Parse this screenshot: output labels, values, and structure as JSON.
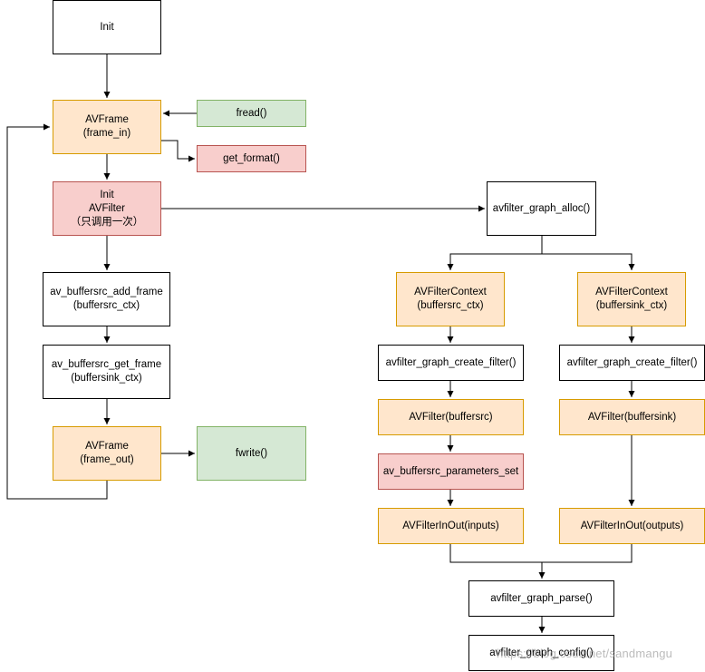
{
  "nodes": {
    "init": "Init",
    "avframe_in": "AVFrame\n(frame_in)",
    "fread": "fread()",
    "get_format": "get_format()",
    "init_avfilter": "Init\nAVFilter\n（只调用一次）",
    "graph_alloc": "avfilter_graph_alloc()",
    "add_frame": "av_buffersrc_add_frame\n(buffersrc_ctx)",
    "get_frame": "av_buffersrc_get_frame\n(buffersink_ctx)",
    "avframe_out": "AVFrame\n(frame_out)",
    "fwrite": "fwrite()",
    "ctx_src": "AVFilterContext\n(buffersrc_ctx)",
    "ctx_sink": "AVFilterContext\n(buffersink_ctx)",
    "create_filter_src": "avfilter_graph_create_filter()",
    "create_filter_sink": "avfilter_graph_create_filter()",
    "avfilter_src": "AVFilter(buffersrc)",
    "avfilter_sink": "AVFilter(buffersink)",
    "params_set": "av_buffersrc_parameters_set",
    "inout_inputs": "AVFilterInOut(inputs)",
    "inout_outputs": "AVFilterInOut(outputs)",
    "graph_parse": "avfilter_graph_parse()",
    "graph_config": "avfilter_graph_config()"
  },
  "watermark": "https://blog.csdn.net/sandmangu",
  "colors": {
    "orange_fill": "#ffe6cc",
    "orange_stroke": "#d79b00",
    "red_fill": "#f8cecc",
    "red_stroke": "#b85450",
    "green_fill": "#d5e8d4",
    "green_stroke": "#82b366"
  }
}
